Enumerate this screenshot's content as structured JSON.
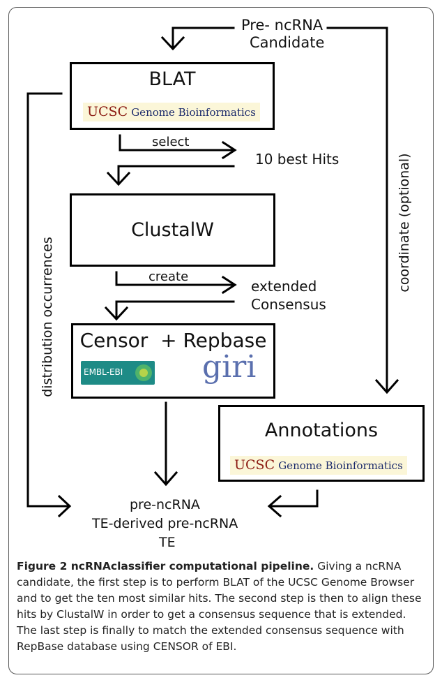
{
  "diagram": {
    "input_line1": "Pre- ncRNA",
    "input_line2": "Candidate",
    "blat_title": "BLAT",
    "ucsc_logo_big": "UCSC",
    "ucsc_logo_small": "Genome Bioinformatics",
    "select_label": "select",
    "best_hits": "10 best Hits",
    "clustalw_title": "ClustalW",
    "create_label": "create",
    "extended_line1": "extended",
    "extended_line2": "Consensus",
    "censor_title": "Censor  + Repbase",
    "ebi_logo_text": "EMBL-EBI",
    "giri_logo_text": "giri",
    "annotations_title": "Annotations",
    "left_side_label": "distribution occurrences",
    "right_side_label": "coordinate (optional)",
    "output_line1": "pre-ncRNA",
    "output_line2": "TE-derived pre-ncRNA",
    "output_line3": "TE"
  },
  "caption": {
    "bold": "Figure 2 ncRNAclassifier computational pipeline.",
    "text": " Giving a ncRNA candidate, the first step is to perform BLAT of the UCSC Genome Browser and to get the ten most similar hits. The second step is then to align these hits by ClustalW in order to get a consensus sequence that is extended. The last step is finally to match the extended consensus sequence with RepBase database using CENSOR of EBI."
  }
}
